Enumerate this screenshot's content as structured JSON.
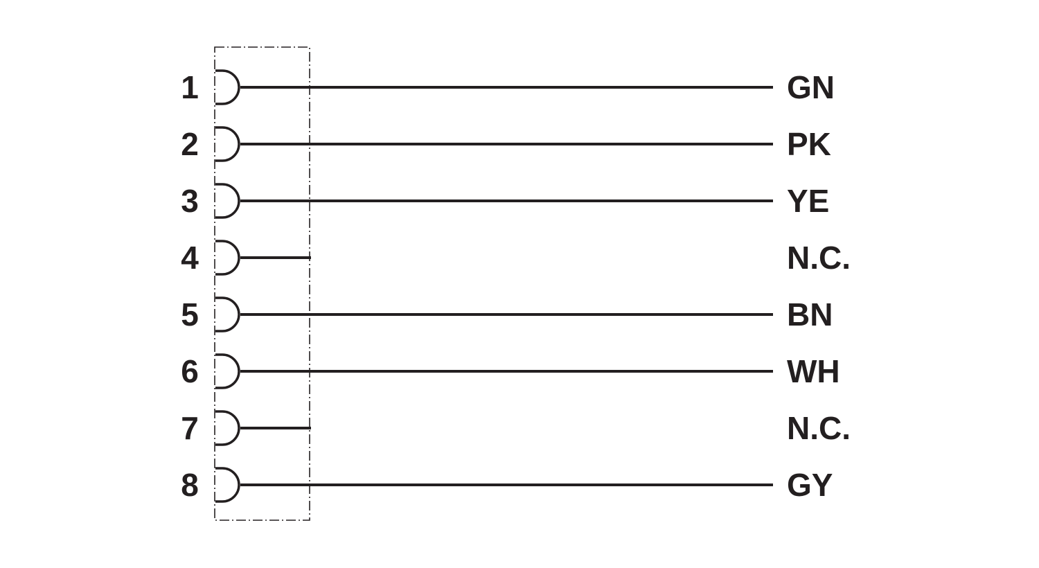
{
  "colors": {
    "ink": "#231f20",
    "background": "#ffffff"
  },
  "pins": [
    {
      "number": "1",
      "label": "GN",
      "connected": true
    },
    {
      "number": "2",
      "label": "PK",
      "connected": true
    },
    {
      "number": "3",
      "label": "YE",
      "connected": true
    },
    {
      "number": "4",
      "label": "N.C.",
      "connected": false
    },
    {
      "number": "5",
      "label": "BN",
      "connected": true
    },
    {
      "number": "6",
      "label": "WH",
      "connected": true
    },
    {
      "number": "7",
      "label": "N.C.",
      "connected": false
    },
    {
      "number": "8",
      "label": "GY",
      "connected": true
    }
  ]
}
